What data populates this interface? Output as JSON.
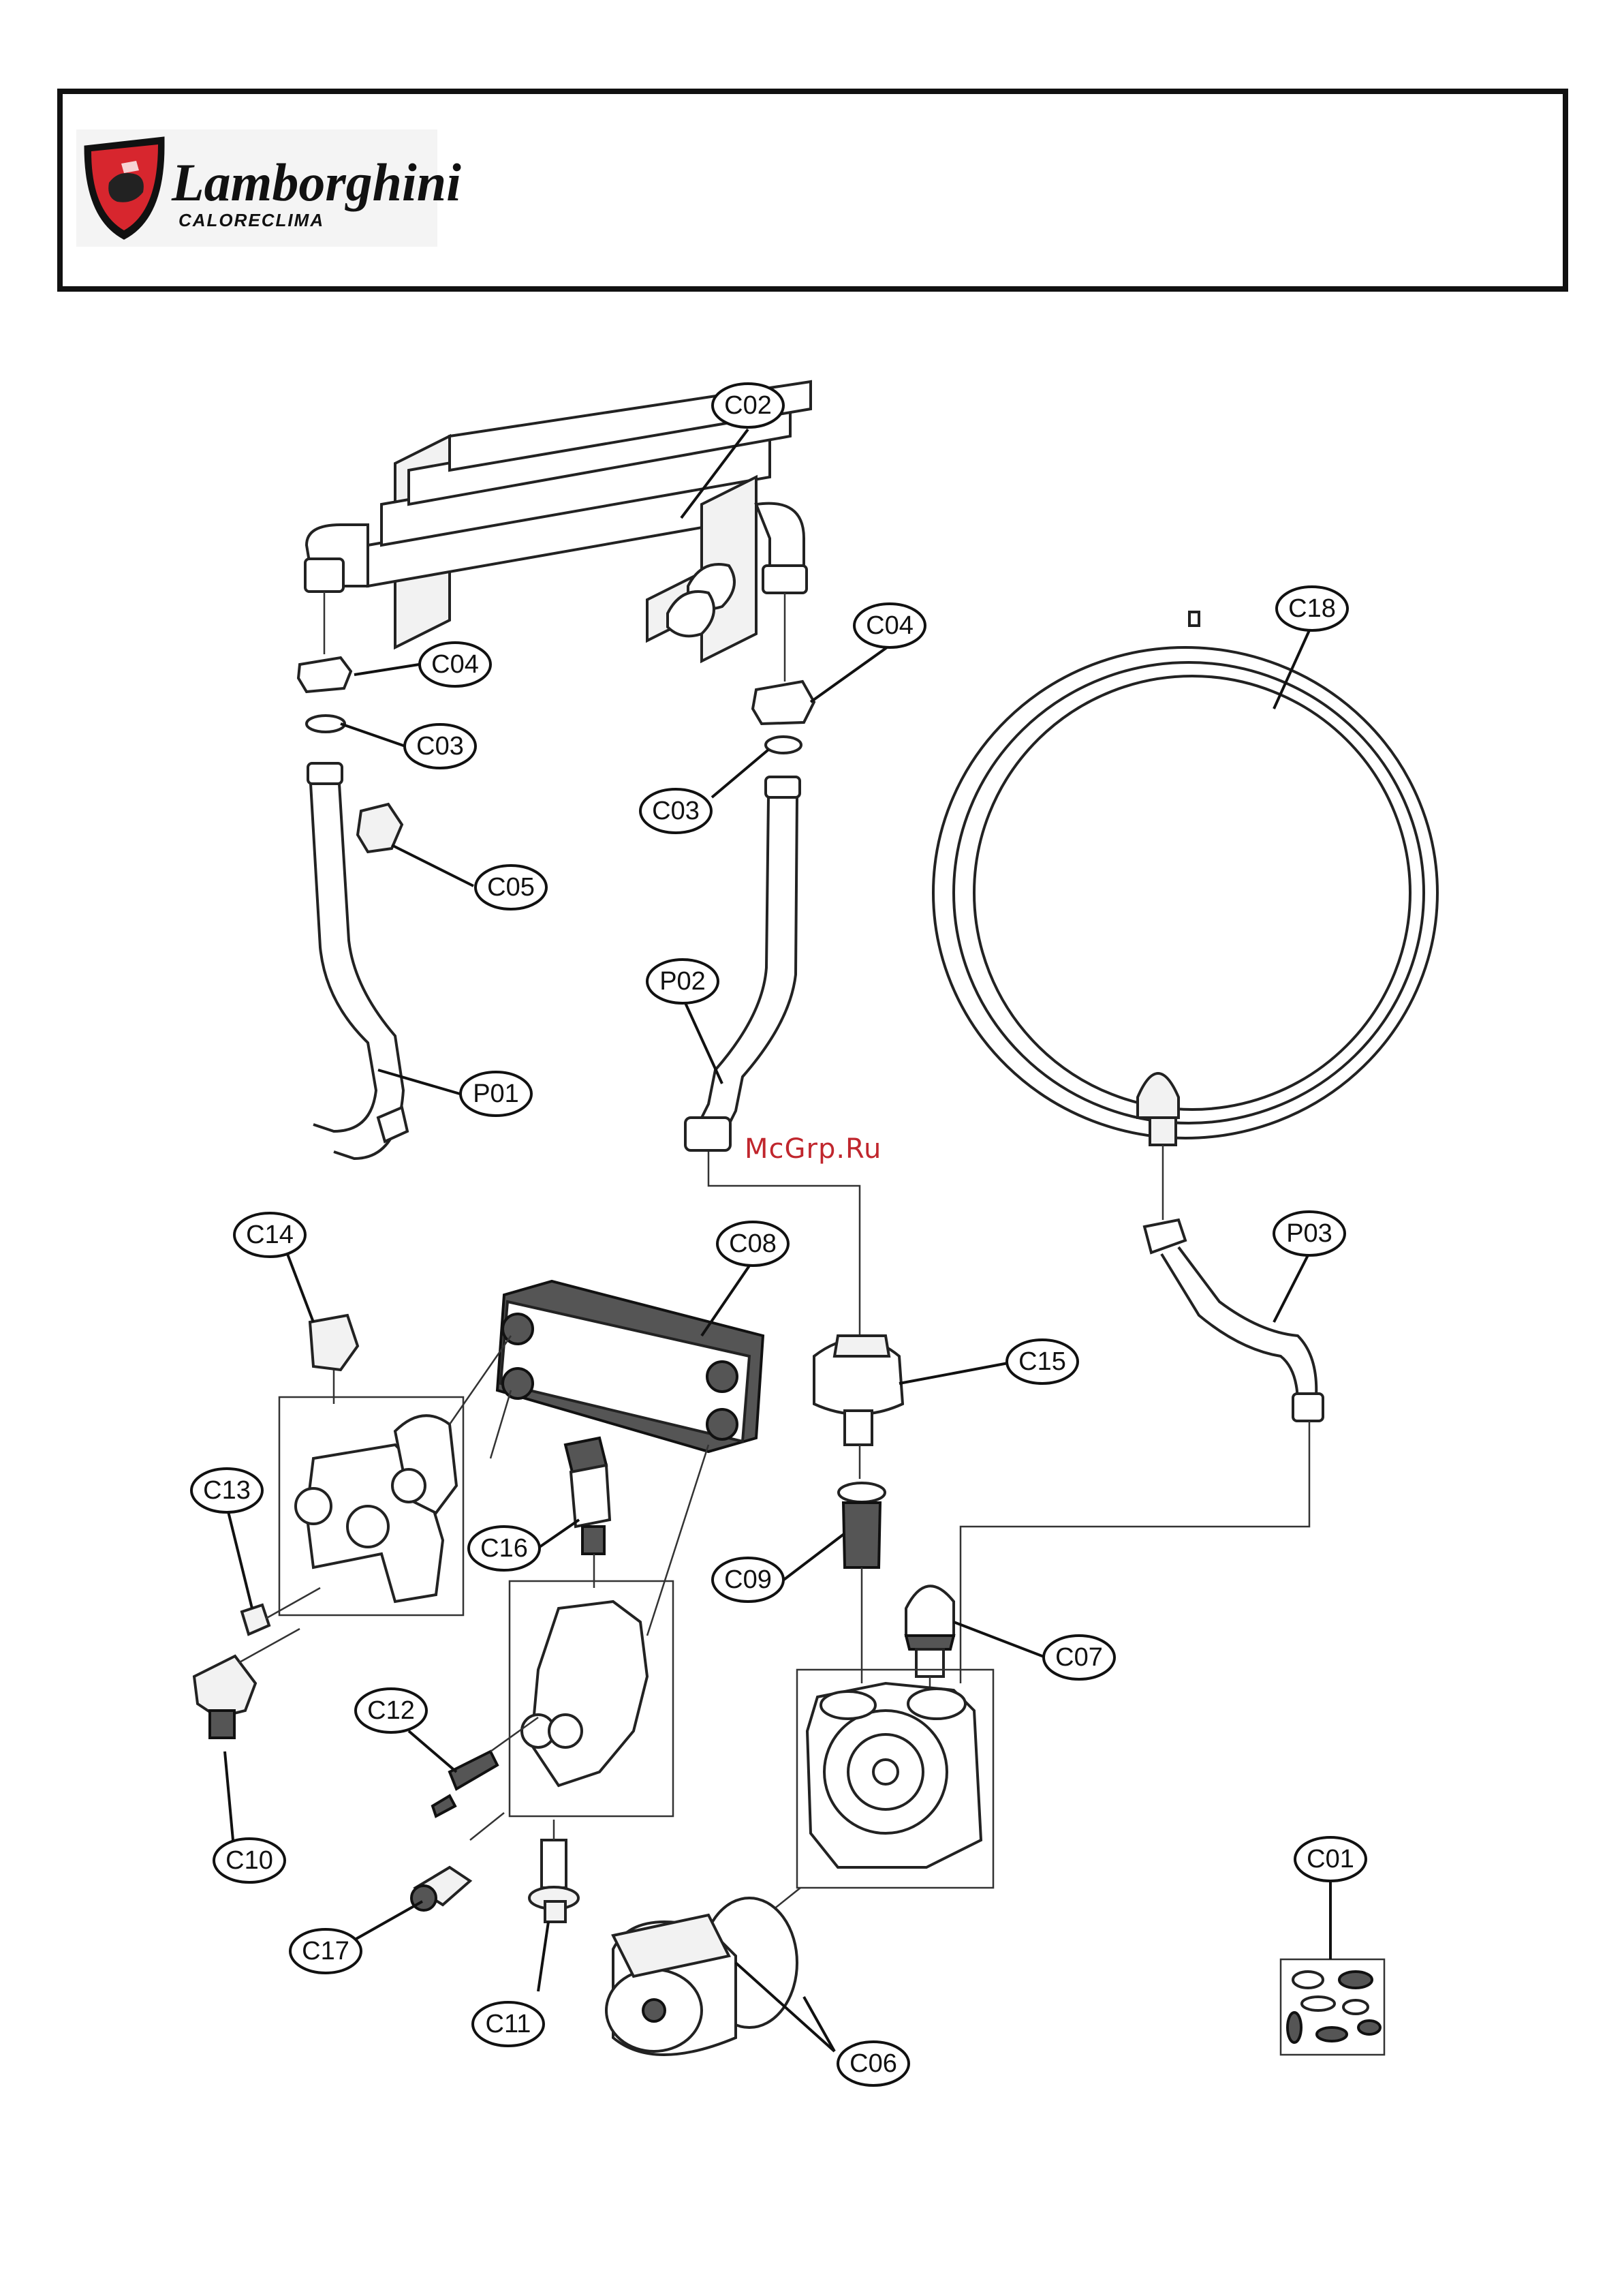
{
  "header": {
    "brand": "Lamborghini",
    "subbrand": "CALORECLIMA"
  },
  "watermark": "McGrp.Ru",
  "callouts": [
    {
      "id": "c02",
      "label": "C02"
    },
    {
      "id": "c04-left",
      "label": "C04"
    },
    {
      "id": "c03-left",
      "label": "C03"
    },
    {
      "id": "c05",
      "label": "C05"
    },
    {
      "id": "p01",
      "label": "P01"
    },
    {
      "id": "c04-right",
      "label": "C04"
    },
    {
      "id": "c03-right",
      "label": "C03"
    },
    {
      "id": "p02",
      "label": "P02"
    },
    {
      "id": "c18",
      "label": "C18"
    },
    {
      "id": "p03",
      "label": "P03"
    },
    {
      "id": "c14",
      "label": "C14"
    },
    {
      "id": "c08",
      "label": "C08"
    },
    {
      "id": "c15",
      "label": "C15"
    },
    {
      "id": "c13",
      "label": "C13"
    },
    {
      "id": "c16",
      "label": "C16"
    },
    {
      "id": "c09",
      "label": "C09"
    },
    {
      "id": "c07",
      "label": "C07"
    },
    {
      "id": "c12",
      "label": "C12"
    },
    {
      "id": "c10",
      "label": "C10"
    },
    {
      "id": "c17",
      "label": "C17"
    },
    {
      "id": "c11",
      "label": "C11"
    },
    {
      "id": "c06",
      "label": "C06"
    },
    {
      "id": "c01",
      "label": "C01"
    }
  ],
  "colors": {
    "logo_red": "#d7262e",
    "watermark": "#c0262d",
    "ink": "#111111"
  }
}
